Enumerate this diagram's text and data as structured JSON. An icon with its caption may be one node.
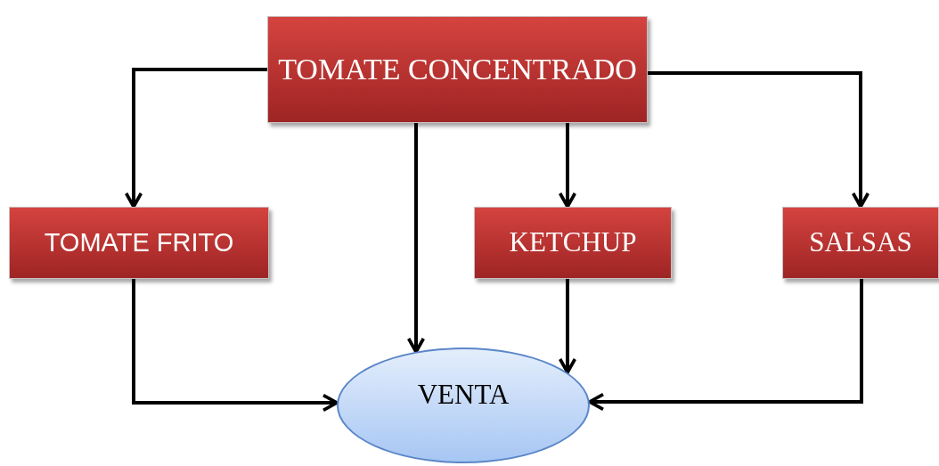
{
  "diagram": {
    "nodes": [
      {
        "text": [
          "TOMATE CONCENTRADO"
        ]
      },
      {
        "text": [
          "TOMATE FRITO"
        ]
      },
      {
        "text": [
          "KETCHUP"
        ]
      },
      {
        "text": [
          "SALSAS"
        ]
      },
      {
        "text": [
          "VENTA"
        ]
      }
    ],
    "edges": [
      {
        "from": 0,
        "to": 1,
        "arrow": "to"
      },
      {
        "from": 0,
        "to": 4,
        "arrow": "to"
      },
      {
        "from": 0,
        "to": 2,
        "arrow": "to"
      },
      {
        "from": 0,
        "to": 3,
        "arrow": "to"
      },
      {
        "from": 1,
        "to": 4,
        "arrow": "to"
      },
      {
        "from": 2,
        "to": 4,
        "arrow": "to"
      },
      {
        "from": 3,
        "to": 4,
        "arrow": "to"
      }
    ]
  }
}
